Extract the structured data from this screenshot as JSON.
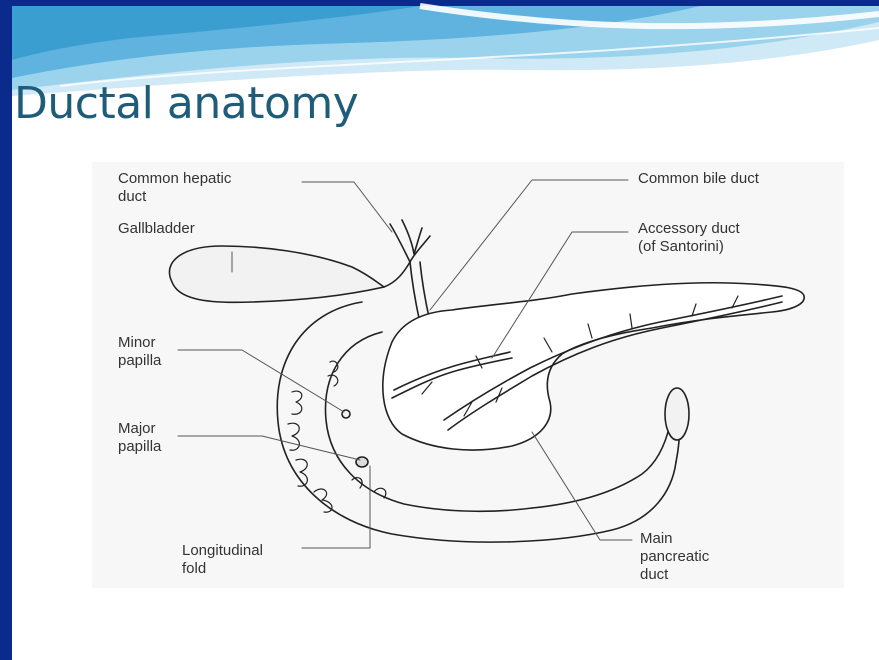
{
  "slide": {
    "title": "Ductal anatomy"
  },
  "colors": {
    "side_bar": "#0a2a8c",
    "title": "#1f5c7a",
    "wave_light": "#cfe9f6",
    "wave_mid": "#7cc4e4",
    "wave_dark": "#3a9fd0"
  },
  "diagram": {
    "labels": {
      "common_hepatic_1": "Common hepatic",
      "common_hepatic_2": "duct",
      "gallbladder": "Gallbladder",
      "minor_papilla_1": "Minor",
      "minor_papilla_2": "papilla",
      "major_papilla_1": "Major",
      "major_papilla_2": "papilla",
      "longitudinal_1": "Longitudinal",
      "longitudinal_2": "fold",
      "common_bile": "Common bile duct",
      "accessory_1": "Accessory duct",
      "accessory_2": "(of Santorini)",
      "main_pancreatic_1": "Main",
      "main_pancreatic_2": "pancreatic",
      "main_pancreatic_3": "duct"
    }
  }
}
